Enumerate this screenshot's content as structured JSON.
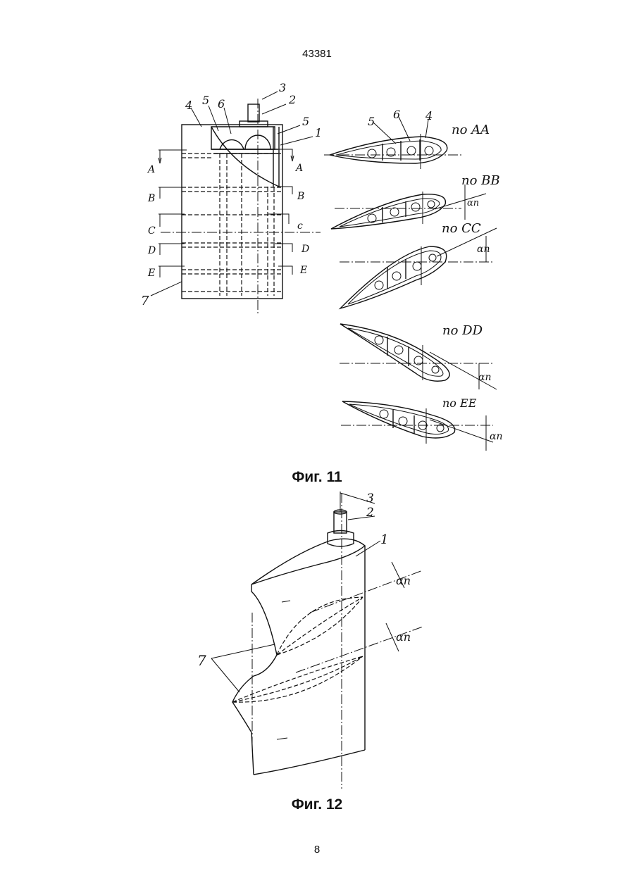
{
  "header": {
    "doc_number": "43381"
  },
  "fig11": {
    "caption": "Фиг. 11",
    "refs": {
      "r1": "1",
      "r2": "2",
      "r3": "3",
      "r4": "4",
      "r5": "5",
      "r6": "6",
      "r7": "7",
      "r5b": "5"
    },
    "cut_labels": [
      "A",
      "A",
      "B",
      "B",
      "C",
      "c",
      "D",
      "D",
      "E",
      "E"
    ],
    "sections": [
      {
        "label": "по AA"
      },
      {
        "label": "по BB",
        "angle": "αп"
      },
      {
        "label": "по CC",
        "angle": "αп"
      },
      {
        "label": "по DD",
        "angle": "αп"
      },
      {
        "label": "по EE",
        "angle": "αп"
      }
    ],
    "sec_refs": {
      "r5": "5",
      "r6": "6",
      "r4": "4"
    }
  },
  "fig12": {
    "caption": "Фиг. 12",
    "refs": {
      "r1": "1",
      "r2": "2",
      "r3": "3",
      "r7": "7"
    },
    "angles": [
      "αп",
      "αп"
    ]
  },
  "footer": {
    "page_number": "8"
  }
}
